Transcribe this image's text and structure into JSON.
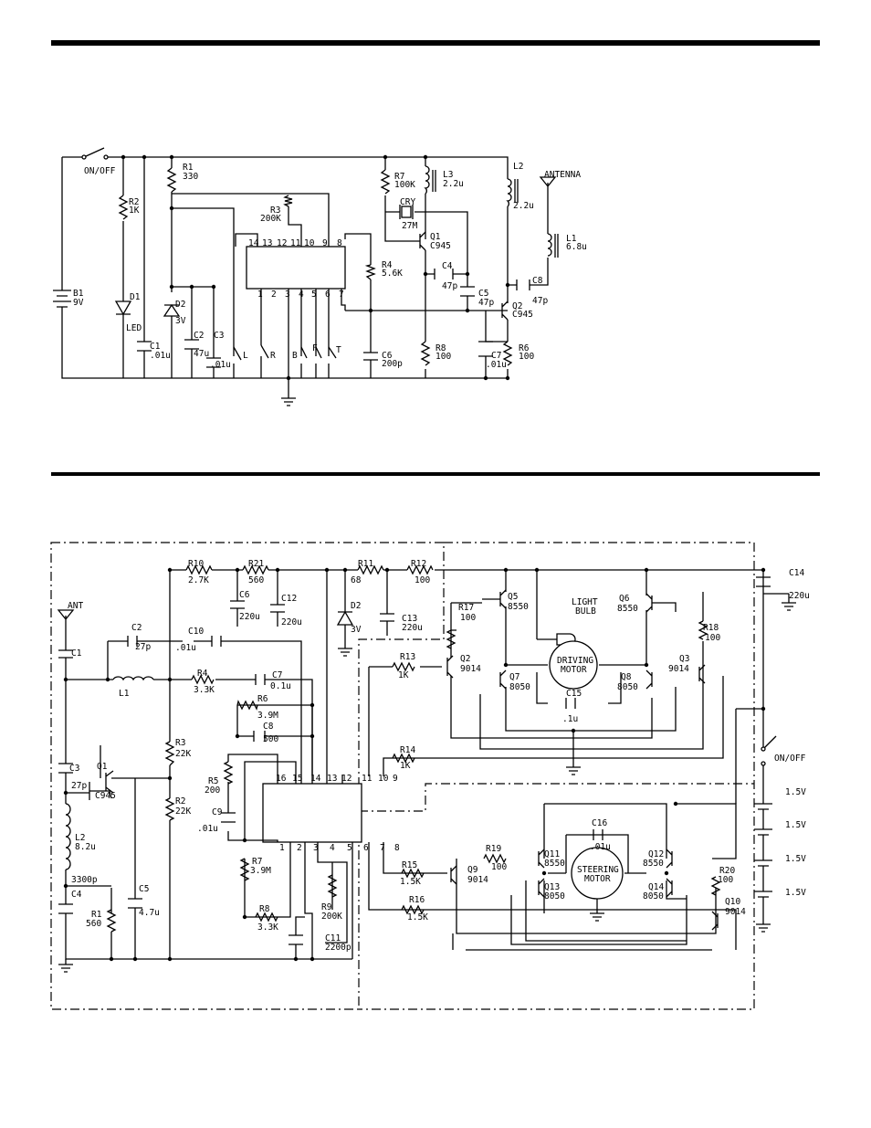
{
  "transmitter": {
    "switch_label": "ON/OFF",
    "antenna_label": "ANTENNA",
    "components": [
      {
        "id": "b1",
        "ref": "B1",
        "value": "9V"
      },
      {
        "id": "r2",
        "ref": "R2",
        "value": "1K"
      },
      {
        "id": "d1",
        "ref": "D1",
        "value": "LED"
      },
      {
        "id": "c1",
        "ref": "C1",
        "value": ".01u"
      },
      {
        "id": "r1",
        "ref": "R1",
        "value": "330"
      },
      {
        "id": "d2",
        "ref": "D2",
        "value": "3V"
      },
      {
        "id": "c2",
        "ref": "C2",
        "value": "47u"
      },
      {
        "id": "c3",
        "ref": "C3",
        "value": ".01u"
      },
      {
        "id": "r3",
        "ref": "R3",
        "value": "200K"
      },
      {
        "id": "r4",
        "ref": "R4",
        "value": "5.6K"
      },
      {
        "id": "c6",
        "ref": "C6",
        "value": "200p"
      },
      {
        "id": "r7",
        "ref": "R7",
        "value": "100K"
      },
      {
        "id": "l3",
        "ref": "L3",
        "value": "2.2u"
      },
      {
        "id": "cry",
        "ref": "CRY",
        "value": "27M"
      },
      {
        "id": "q1",
        "ref": "Q1",
        "value": "C945"
      },
      {
        "id": "c4",
        "ref": "C4",
        "value": "47p"
      },
      {
        "id": "c5",
        "ref": "C5",
        "value": "47p"
      },
      {
        "id": "r8",
        "ref": "R8",
        "value": "100"
      },
      {
        "id": "l2",
        "ref": "L2",
        "value": "2.2u"
      },
      {
        "id": "l1",
        "ref": "L1",
        "value": "6.8u"
      },
      {
        "id": "c8",
        "ref": "C8",
        "value": "47p"
      },
      {
        "id": "q2",
        "ref": "Q2",
        "value": "C945"
      },
      {
        "id": "c7",
        "ref": "C7",
        "value": ".01u"
      },
      {
        "id": "r6",
        "ref": "R6",
        "value": "100"
      }
    ],
    "ic_pins_top": [
      "14",
      "13",
      "12",
      "11",
      "10",
      "9",
      "8"
    ],
    "ic_pins_bottom": [
      "1",
      "2",
      "3",
      "4",
      "5",
      "6",
      "7"
    ],
    "buttons": [
      "L",
      "R",
      "B",
      "F",
      "T"
    ]
  },
  "receiver": {
    "antenna_label": "ANT",
    "switch_label": "ON/OFF",
    "light_bulb_label": [
      "LIGHT",
      "BULB"
    ],
    "driving_motor_label": [
      "DRIVING",
      "MOTOR"
    ],
    "steering_motor_label": [
      "STEERING",
      "MOTOR"
    ],
    "battery_cells": [
      "1.5V",
      "1.5V",
      "1.5V",
      "1.5V"
    ],
    "components": [
      {
        "id": "r10",
        "ref": "R10",
        "value": "2.7K"
      },
      {
        "id": "r21",
        "ref": "R21",
        "value": "560"
      },
      {
        "id": "r11",
        "ref": "R11",
        "value": "68"
      },
      {
        "id": "r12",
        "ref": "R12",
        "value": "100"
      },
      {
        "id": "c14",
        "ref": "C14",
        "value": "220u"
      },
      {
        "id": "c6",
        "ref": "C6",
        "value": "220u"
      },
      {
        "id": "c12",
        "ref": "C12",
        "value": "220u"
      },
      {
        "id": "d2",
        "ref": "D2",
        "value": "3V"
      },
      {
        "id": "c13",
        "ref": "C13",
        "value": "220u"
      },
      {
        "id": "c1",
        "ref": "C1",
        "value": ""
      },
      {
        "id": "c2",
        "ref": "C2",
        "value": "27p"
      },
      {
        "id": "c10",
        "ref": "C10",
        "value": ".01u"
      },
      {
        "id": "l1",
        "ref": "L1",
        "value": ""
      },
      {
        "id": "r4",
        "ref": "R4",
        "value": "3.3K"
      },
      {
        "id": "c7",
        "ref": "C7",
        "value": "0.1u"
      },
      {
        "id": "r6",
        "ref": "R6",
        "value": "3.9M"
      },
      {
        "id": "c8",
        "ref": "C8",
        "value": "500"
      },
      {
        "id": "r3",
        "ref": "R3",
        "value": "22K"
      },
      {
        "id": "r5",
        "ref": "R5",
        "value": "200"
      },
      {
        "id": "c9",
        "ref": "C9",
        "value": ".01u"
      },
      {
        "id": "c3",
        "ref": "C3",
        "value": "27p"
      },
      {
        "id": "q1",
        "ref": "Q1",
        "value": "C945"
      },
      {
        "id": "r2",
        "ref": "R2",
        "value": "22K"
      },
      {
        "id": "l2",
        "ref": "L2",
        "value": "8.2u"
      },
      {
        "id": "c4",
        "ref": "C4",
        "value": "3300p"
      },
      {
        "id": "r1",
        "ref": "R1",
        "value": "560"
      },
      {
        "id": "c5",
        "ref": "C5",
        "value": "4.7u"
      },
      {
        "id": "r7",
        "ref": "R7",
        "value": "3.9M"
      },
      {
        "id": "r8",
        "ref": "R8",
        "value": "3.3K"
      },
      {
        "id": "r9",
        "ref": "R9",
        "value": "200K"
      },
      {
        "id": "c11",
        "ref": "C11",
        "value": "2200p"
      },
      {
        "id": "r13",
        "ref": "R13",
        "value": "1K"
      },
      {
        "id": "r14",
        "ref": "R14",
        "value": "1K"
      },
      {
        "id": "r15",
        "ref": "R15",
        "value": "1.5K"
      },
      {
        "id": "r16",
        "ref": "R16",
        "value": "1.5K"
      },
      {
        "id": "r17",
        "ref": "R17",
        "value": "100"
      },
      {
        "id": "q5",
        "ref": "Q5",
        "value": "8550"
      },
      {
        "id": "q6",
        "ref": "Q6",
        "value": "8550"
      },
      {
        "id": "r18",
        "ref": "R18",
        "value": "100"
      },
      {
        "id": "q2",
        "ref": "Q2",
        "value": "9014"
      },
      {
        "id": "q7",
        "ref": "Q7",
        "value": "8050"
      },
      {
        "id": "q8",
        "ref": "Q8",
        "value": "8050"
      },
      {
        "id": "q3",
        "ref": "Q3",
        "value": "9014"
      },
      {
        "id": "c15",
        "ref": "C15",
        "value": ".1u"
      },
      {
        "id": "c16",
        "ref": "C16",
        "value": ".01u"
      },
      {
        "id": "r19",
        "ref": "R19",
        "value": "100"
      },
      {
        "id": "q9",
        "ref": "Q9",
        "value": "9014"
      },
      {
        "id": "q11",
        "ref": "Q11",
        "value": "8550"
      },
      {
        "id": "q12",
        "ref": "Q12",
        "value": "8550"
      },
      {
        "id": "q13",
        "ref": "Q13",
        "value": "8050"
      },
      {
        "id": "q14",
        "ref": "Q14",
        "value": "8050"
      },
      {
        "id": "r20",
        "ref": "R20",
        "value": "100"
      },
      {
        "id": "q10",
        "ref": "Q10",
        "value": "9014"
      }
    ],
    "ic_pins_top": [
      "16",
      "15",
      "14",
      "13",
      "12",
      "11",
      "10",
      "9"
    ],
    "ic_pins_bottom": [
      "1",
      "2",
      "3",
      "4",
      "5",
      "6",
      "7",
      "8"
    ]
  }
}
